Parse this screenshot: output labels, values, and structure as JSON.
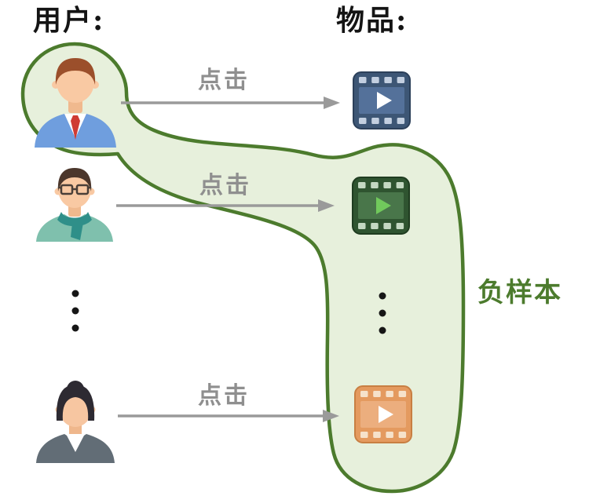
{
  "diagram": {
    "left_column_title": "用户:",
    "right_column_title": "物品:",
    "annotation_label": "负样本",
    "edges": [
      {
        "from": "user-1",
        "to": "item-1",
        "label": "点击"
      },
      {
        "from": "user-2",
        "to": "item-2",
        "label": "点击"
      },
      {
        "from": "user-3",
        "to": "item-3",
        "label": "点击"
      }
    ]
  },
  "icons": {
    "user_1": "businessman-avatar",
    "user_2": "man-with-glasses-avatar",
    "user_3": "businesswoman-avatar",
    "item_1": "video-clip-blue",
    "item_2": "video-clip-green",
    "item_3": "video-clip-orange",
    "users_ellipsis": "vertical-ellipsis",
    "items_ellipsis": "vertical-ellipsis"
  },
  "colors": {
    "region_fill": "#e7f0dc",
    "region_stroke": "#4c7b2d",
    "arrow": "#9a9a9a",
    "click_label": "#8f8f8f",
    "annotation": "#4c7b2d",
    "item_1_base": "#3d5675",
    "item_2_base": "#2f5430",
    "item_3_base": "#e49a5f"
  }
}
